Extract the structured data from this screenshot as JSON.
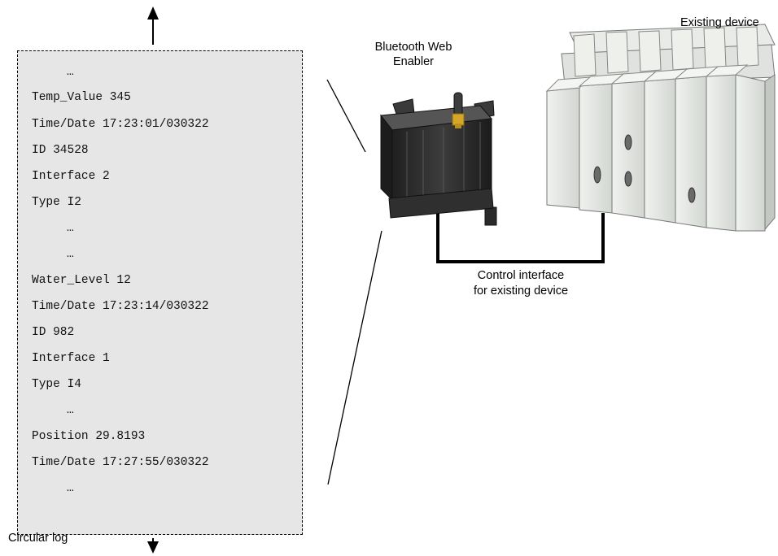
{
  "diagram": {
    "log_lines": [
      "…",
      "Temp_Value 345",
      "Time/Date 17:23:01/030322",
      "ID 34528",
      "Interface 2",
      "Type I2",
      "…",
      "…",
      "Water_Level 12",
      "Time/Date 17:23:14/030322",
      "ID 982",
      "Interface 1",
      "Type I4",
      "…",
      "Position 29.8193",
      "Time/Date 17:27:55/030322",
      "…"
    ],
    "circular_log_label": "Circular log",
    "enabler_label_line1": "Bluetooth Web",
    "enabler_label_line2": "Enabler",
    "existing_device_label": "Existing device",
    "control_label_line1": "Control interface",
    "control_label_line2": "for existing device"
  },
  "colors": {
    "log_background": "#e6e6e6",
    "device_body": "#e3e6e3",
    "enabler_body": "#2b2b2b",
    "antenna_connector": "#d4a62a"
  }
}
